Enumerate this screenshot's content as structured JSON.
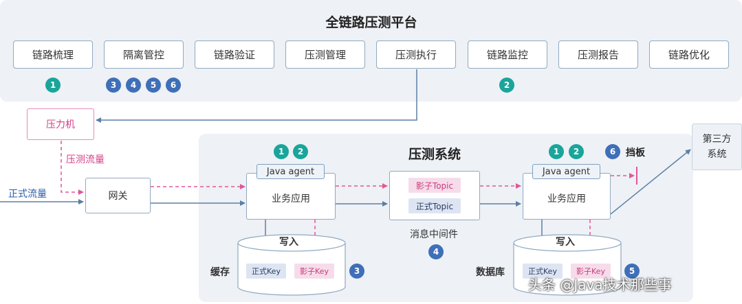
{
  "platform": {
    "title": "全链路压测平台",
    "stages": [
      "链路梳理",
      "隔离管控",
      "链路验证",
      "压测管理",
      "压测执行",
      "链路监控",
      "压测报告",
      "链路优化"
    ],
    "stage_badges": {
      "sort": "1",
      "isolation": [
        "3",
        "4",
        "5",
        "6"
      ],
      "monitor": "2"
    }
  },
  "system": {
    "title": "压测系统",
    "pressure_machine": "压力机",
    "pressure_traffic": "压测流量",
    "real_traffic": "正式流量",
    "gateway": "网关",
    "java_agent": "Java agent",
    "business_app": "业务应用",
    "agent_badges": [
      "1",
      "2"
    ],
    "write_label": "写入",
    "cache_label": "缓存",
    "db_label": "数据库",
    "real_key": "正式Key",
    "shadow_key": "影子Key",
    "cache_badge": "3",
    "db_badge": "5",
    "shadow_topic": "影子Topic",
    "real_topic": "正式Topic",
    "middleware_label": "消息中间件",
    "middleware_badge": "4",
    "baffle_badge": "6",
    "baffle_label": "挡板",
    "third_party": "第三方系统"
  },
  "watermark": "头条 @Java技术那些事",
  "colors": {
    "teal": "#1aa59a",
    "blue": "#3f6fb8",
    "pink": "#e0579a",
    "line": "#5b7fa6"
  }
}
